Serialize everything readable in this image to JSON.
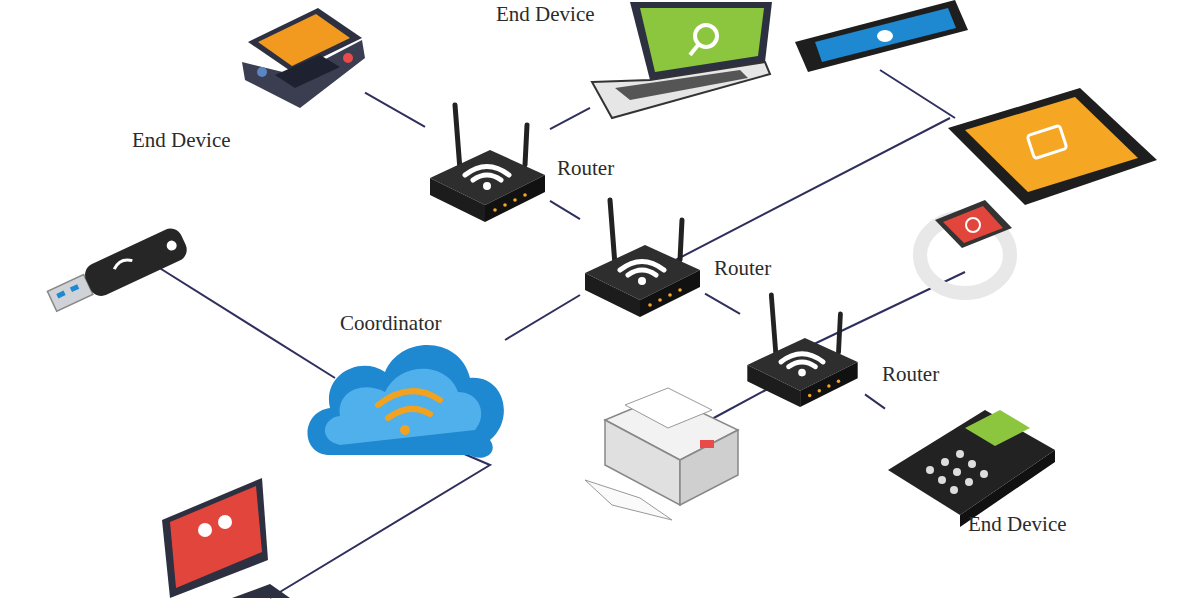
{
  "diagram": {
    "nodes": [
      {
        "text": [
          "End Device"
        ]
      },
      {
        "text": [
          "End Device"
        ]
      },
      {
        "text": [
          "Router"
        ]
      },
      {
        "text": [
          "Router"
        ]
      },
      {
        "text": [
          "Coordinator"
        ]
      },
      {
        "text": [
          "Router"
        ]
      },
      {
        "text": [
          "End Device"
        ]
      }
    ],
    "edges": [
      {
        "from": 0,
        "to": 2,
        "arrow": "none"
      },
      {
        "from": 1,
        "to": 2,
        "arrow": "none"
      },
      {
        "from": 2,
        "to": 3,
        "arrow": "none"
      },
      {
        "from": 3,
        "to": 4,
        "arrow": "none"
      },
      {
        "from": 3,
        "to": 5,
        "arrow": "none"
      },
      {
        "from": 5,
        "to": 6,
        "arrow": "none"
      }
    ]
  }
}
